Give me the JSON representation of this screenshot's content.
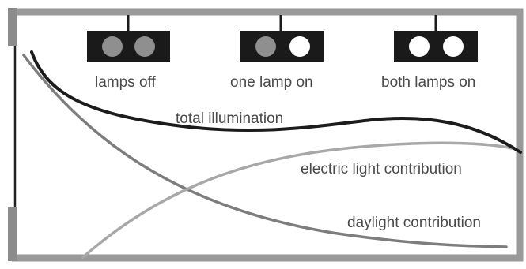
{
  "fixtures": [
    {
      "label": "lamps off",
      "bulbs": [
        "off",
        "off"
      ]
    },
    {
      "label": "one lamp on",
      "bulbs": [
        "off",
        "on"
      ]
    },
    {
      "label": "both lamps on",
      "bulbs": [
        "on",
        "on"
      ]
    }
  ],
  "curves": {
    "total": "total illumination",
    "electric": "electric light contribution",
    "daylight": "daylight contribution"
  },
  "colors": {
    "frame": "#999999",
    "fixture_body": "#1a1a1a",
    "bulb_off": "#8f8f8f",
    "bulb_on": "#ffffff",
    "total_curve": "#1c1c1c",
    "electric_curve": "#a8a8a8",
    "daylight_curve": "#7d7d7d",
    "text": "#4a4a4a"
  }
}
